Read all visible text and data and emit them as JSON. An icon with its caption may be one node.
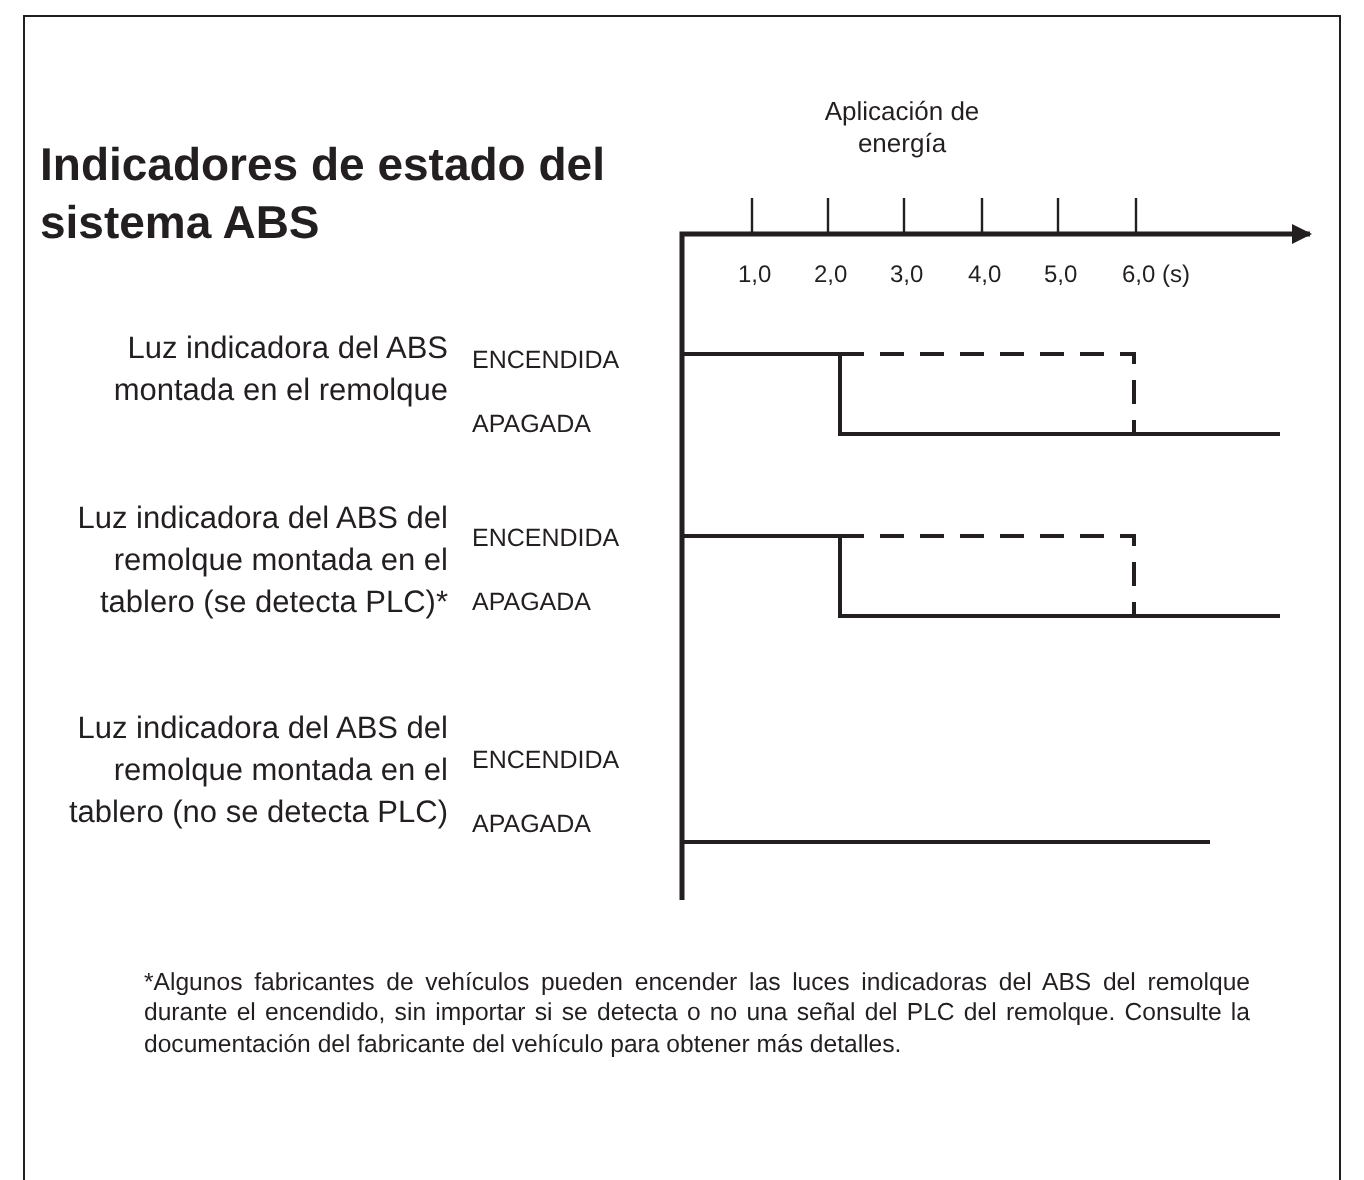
{
  "diagram": {
    "title": "Indicadores de estado del sistema ABS",
    "labels": [
      "Aplicación de energía",
      "1,0",
      "2,0",
      "3,0",
      "4,0",
      "5,0",
      "6,0 (s)",
      "Luz indicadora del ABS montada en el remolque",
      "ENCENDIDA",
      "APAGADA",
      "Luz indicadora del ABS del remolque montada en el tablero (se detecta PLC)*",
      "ENCENDIDA",
      "APAGADA",
      "Luz indicadora del ABS del remolque montada en el tablero (no se detecta PLC)",
      "ENCENDIDA",
      "APAGADA",
      "*Algunos fabricantes de vehículos pueden encender las luces indicadoras del ABS del remolque durante el encendido, sin importar si se detecta o no una señal del PLC del remolque. Consulte la documentación del fabricante del vehículo para obtener más detalles."
    ]
  }
}
